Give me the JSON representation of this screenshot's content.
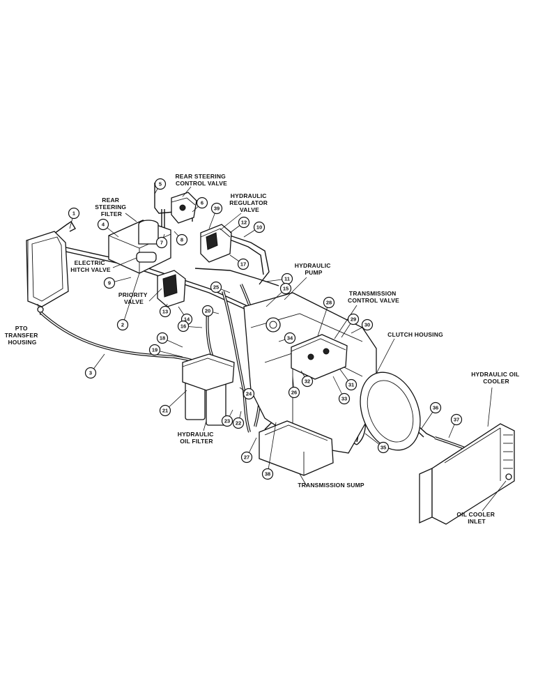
{
  "labels": {
    "rear_steering_control_valve": [
      "REAR STEERING",
      "CONTROL VALVE"
    ],
    "rear_steering_filter": [
      "REAR",
      "STEERING",
      "FILTER"
    ],
    "hydraulic_regulator_valve": [
      "HYDRAULIC",
      "REGULATOR",
      "VALVE"
    ],
    "electric_hitch_valve": [
      "ELECTRIC",
      "HITCH VALVE"
    ],
    "hydraulic_pump": [
      "HYDRAULIC",
      "PUMP"
    ],
    "transmission_control_valve": [
      "TRANSMISSION",
      "CONTROL VALVE"
    ],
    "priority_valve": [
      "PRIORITY",
      "VALVE"
    ],
    "pto_transfer_housing": [
      "PTO",
      "TRANSFER",
      "HOUSING"
    ],
    "clutch_housing": [
      "CLUTCH HOUSING"
    ],
    "hydraulic_oil_cooler": [
      "HYDRAULIC OIL",
      "COOLER"
    ],
    "hydraulic_oil_filter": [
      "HYDRAULIC",
      "OIL FILTER"
    ],
    "transmission_sump": [
      "TRANSMISSION SUMP"
    ],
    "oil_cooler_inlet": [
      "OIL COOLER",
      "INLET"
    ]
  },
  "callouts": [
    "1",
    "2",
    "3",
    "4",
    "5",
    "6",
    "7",
    "8",
    "9",
    "10",
    "11",
    "12",
    "13",
    "14",
    "15",
    "16",
    "17",
    "18",
    "19",
    "20",
    "21",
    "22",
    "23",
    "24",
    "25",
    "26",
    "27",
    "28",
    "29",
    "30",
    "31",
    "32",
    "33",
    "34",
    "35",
    "36",
    "37",
    "38",
    "39"
  ]
}
